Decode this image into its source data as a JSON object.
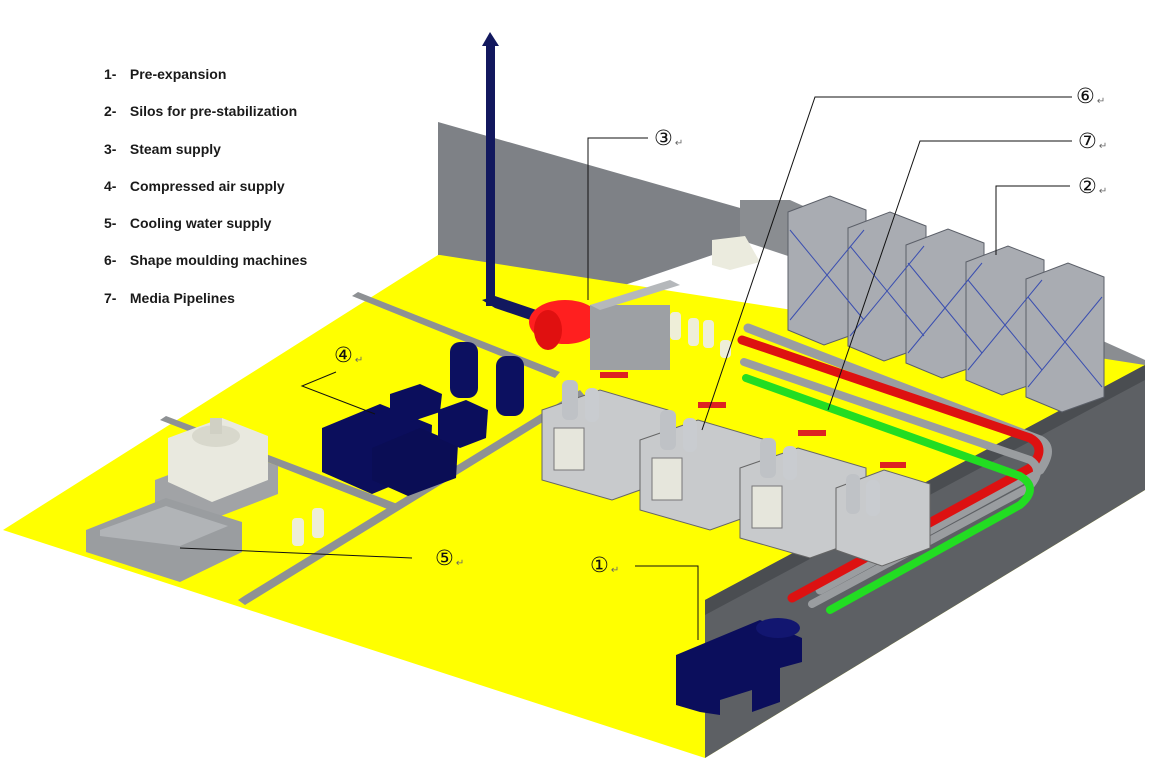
{
  "legend": [
    {
      "num": "1-",
      "label": "Pre-expansion"
    },
    {
      "num": "2-",
      "label": "Silos for pre-stabilization"
    },
    {
      "num": "3-",
      "label": "Steam supply"
    },
    {
      "num": "4-",
      "label": "Compressed air supply"
    },
    {
      "num": "5-",
      "label": "Cooling water supply"
    },
    {
      "num": "6-",
      "label": "Shape moulding machines"
    },
    {
      "num": "7-",
      "label": "Media Pipelines"
    }
  ],
  "callouts": [
    "①",
    "②",
    "③",
    "④",
    "⑤",
    "⑥",
    "⑦"
  ],
  "return_mark": "↵",
  "colors": {
    "floor": "#ffff00",
    "wall": "#8b8e92",
    "equipment_navy": "#0b0e5c",
    "steam_red": "#ff1a1a",
    "pipe_green": "#22dd22",
    "silo_steel": "#a7aab0"
  }
}
